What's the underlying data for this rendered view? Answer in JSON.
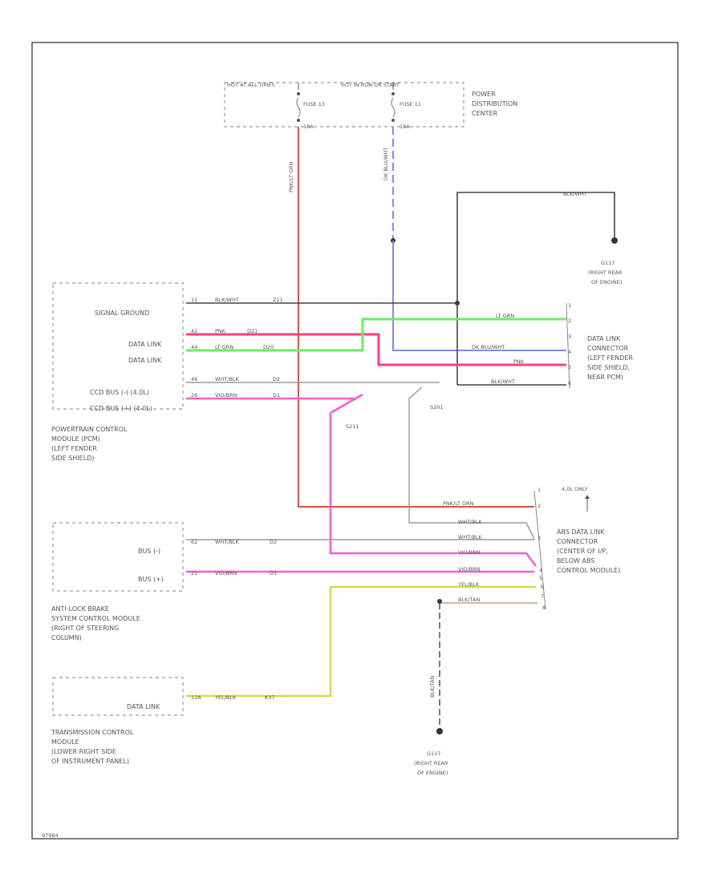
{
  "fuse_box": {
    "hot_always": "HOT AT ALL TIMES",
    "hot_run": "HOT IN RUN OR START",
    "fuse_a": "FUSE 13",
    "fuse_a_amp": "10A",
    "fuse_b": "FUSE 11",
    "fuse_b_amp": "15A",
    "name_l1": "POWER",
    "name_l2": "DISTRIBUTION",
    "name_l3": "CENTER"
  },
  "ground_top": {
    "wire": "BLK/WHT",
    "id": "G117",
    "l1": "(RIGHT REAR",
    "l2": "OF ENGINE)"
  },
  "ground_bottom": {
    "wire": "BLK/TAN",
    "id": "G117",
    "l1": "(RIGHT REAR",
    "l2": "OF ENGINE)"
  },
  "pcm": {
    "labels": [
      "SIGNAL GROUND",
      "DATA LINK",
      "DATA LINK",
      "CCD BUS (-) (4.0L)",
      "CCD BUS (+) (4.0L)"
    ],
    "pins": [
      "11",
      "42",
      "44",
      "46",
      "26"
    ],
    "wires": [
      "BLK/WHT",
      "PNK",
      "LT GRN",
      "WHT/BLK",
      "VIO/BRN"
    ],
    "circuits": [
      "Z11",
      "D21",
      "D20",
      "D2",
      "D1"
    ],
    "name_l1": "POWERTRAIN CONTROL",
    "name_l2": "MODULE (PCM)",
    "name_l3": "(LEFT FENDER",
    "name_l4": "SIDE SHIELD)"
  },
  "dlc": {
    "pins": [
      "1",
      "2",
      "3",
      "4",
      "5",
      "6"
    ],
    "wires": [
      "LT GRN",
      "DK BLU/WHT",
      "PNK",
      "BLK/WHT"
    ],
    "name_l1": "DATA LINK",
    "name_l2": "CONNECTOR",
    "name_l3": "(LEFT FENDER",
    "name_l4": "SIDE SHIELD,",
    "name_l5": "NEAR PCM)"
  },
  "wire_tags": {
    "fuse_a_wire": "PNK/LT GRN",
    "fuse_b_wire": "DK BLU/WHT",
    "splice_a": "S211",
    "splice_b": "S201",
    "splice_a_mid": "S211"
  },
  "abs_dlc": {
    "pins": [
      "1",
      "2",
      "3",
      "4",
      "5",
      "6",
      "7",
      "8"
    ],
    "wires": [
      "PNK/LT GRN",
      "WHT/BLK",
      "WHT/BLK",
      "VIO/BRN",
      "VIO/BRN",
      "YEL/BLK",
      "BLK/TAN"
    ],
    "note": "4.0L ONLY",
    "name_l1": "ABS DATA LINK",
    "name_l2": "CONNECTOR",
    "name_l3": "(CENTER OF I/P,",
    "name_l4": "BELOW ABS",
    "name_l5": "CONTROL MODULE)"
  },
  "abs": {
    "labels": [
      "BUS (-)",
      "BUS (+)"
    ],
    "pins": [
      "62",
      "21"
    ],
    "wires": [
      "WHT/BLK",
      "VIO/BRN"
    ],
    "circuits": [
      "D2",
      "D1"
    ],
    "name_l1": "ANTI-LOCK BRAKE",
    "name_l2": "SYSTEM CONTROL MODULE",
    "name_l3": "(RIGHT OF STEERING",
    "name_l4": "COLUMN)"
  },
  "tcm": {
    "label": "DATA LINK",
    "pin": "12A",
    "wire": "YEL/BLK",
    "circuit": "K37",
    "name_l1": "TRANSMISSION CONTROL",
    "name_l2": "MODULE",
    "name_l3": "(LOWER RIGHT SIDE",
    "name_l4": "OF INSTRUMENT PANEL)"
  },
  "footer": "97984",
  "colors": {
    "frame": "#555555",
    "black_wire": "#444444",
    "pink": "#ff3d7f",
    "green": "#66ee66",
    "blue": "#7b8fe6",
    "magenta": "#ff5ccc",
    "red": "#e0503a",
    "yellow": "#d9d94a",
    "gray": "#9a9a9a",
    "tan": "#c8a082"
  }
}
